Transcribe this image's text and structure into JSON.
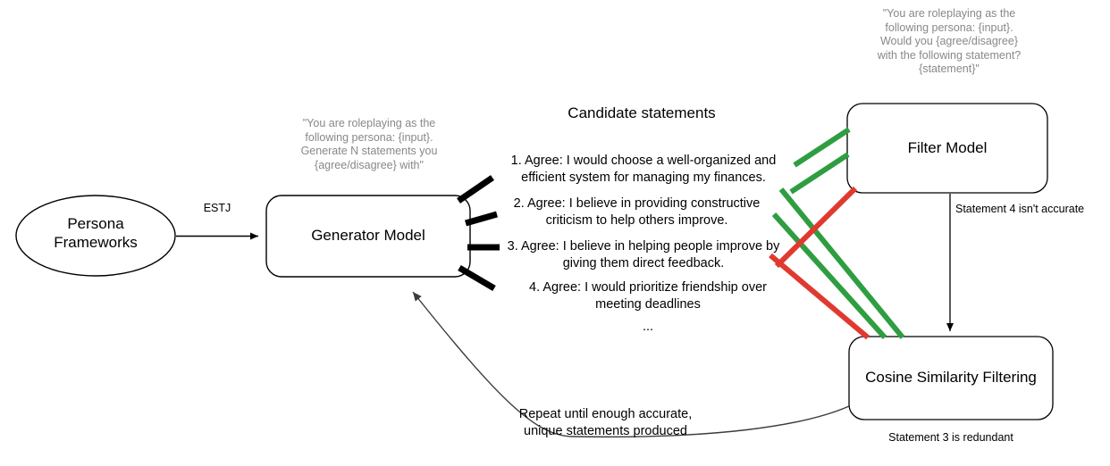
{
  "diagram": {
    "title": "Persona statement generation and filtering pipeline",
    "colors": {
      "accept_green": "#2E9E41",
      "reject_red": "#E03A30",
      "prompt_gray": "#888888",
      "edge_gray": "#707070",
      "stroke_black": "#000000"
    }
  },
  "nodes": {
    "persona_frameworks": {
      "label_line1": "Persona",
      "label_line2": "Frameworks",
      "shape": "ellipse"
    },
    "generator_model": {
      "label": "Generator Model",
      "shape": "rounded-rect"
    },
    "filter_model": {
      "label": "Filter Model",
      "shape": "rounded-rect"
    },
    "cosine_similarity": {
      "label": "Cosine Similarity Filtering",
      "shape": "rounded-rect"
    }
  },
  "prompts": {
    "generator": "\"You are roleplaying as the following persona: {input}. Generate N statements you {agree/disagree} with\"",
    "filter": "\"You are roleplaying as the following persona: {input}. Would you {agree/disagree} with the following statement? {statement}\""
  },
  "edges": {
    "persona_to_generator": "ESTJ",
    "filter_to_cosine": "Statement 4 isn't accurate",
    "cosine_note": "Statement 3 is redundant",
    "feedback_loop": "Repeat until enough accurate, unique statements produced"
  },
  "candidates": {
    "heading": "Candidate statements",
    "items": [
      {
        "index": "1.",
        "text": "Agree: I would choose a well-organized and efficient system for managing my finances."
      },
      {
        "index": "2.",
        "text": "Agree: I believe in providing constructive criticism to help others improve."
      },
      {
        "index": "3.",
        "text": "Agree: I believe in helping people improve by giving them direct feedback."
      },
      {
        "index": "4.",
        "text": "Agree: I would prioritize friendship over meeting deadlines"
      }
    ],
    "ellipsis": "..."
  }
}
